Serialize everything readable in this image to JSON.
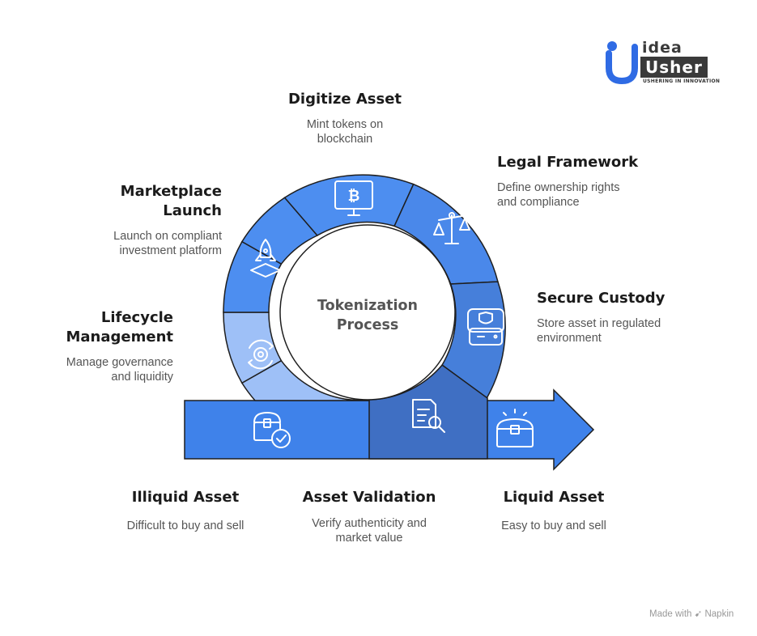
{
  "logo": {
    "brand_top": "idea",
    "brand_bottom": "Usher",
    "tagline": "USHERING IN INNOVATION"
  },
  "center": {
    "line1": "Tokenization",
    "line2": "Process"
  },
  "steps": {
    "digitize": {
      "title": "Digitize Asset",
      "desc_line1": "Mint tokens on",
      "desc_line2": "blockchain"
    },
    "legal": {
      "title": "Legal Framework",
      "desc_line1": "Define ownership rights",
      "desc_line2": "and compliance"
    },
    "custody": {
      "title": "Secure Custody",
      "desc_line1": "Store asset in regulated",
      "desc_line2": "environment"
    },
    "validation": {
      "title": "Asset Validation",
      "desc_line1": "Verify authenticity and",
      "desc_line2": "market value"
    },
    "lifecycle": {
      "title_line1": "Lifecycle",
      "title_line2": "Management",
      "desc_line1": "Manage governance",
      "desc_line2": "and liquidity"
    },
    "marketplace": {
      "title_line1": "Marketplace",
      "title_line2": "Launch",
      "desc_line1": "Launch on compliant",
      "desc_line2": "investment platform"
    }
  },
  "ends": {
    "illiquid": {
      "title": "Illiquid Asset",
      "desc": "Difficult to buy and sell"
    },
    "liquid": {
      "title": "Liquid Asset",
      "desc": "Easy to buy and sell"
    }
  },
  "footer": {
    "made_with": "Made with",
    "brand": "Napkin"
  },
  "colors": {
    "segment_top": "#4d8ef0",
    "segment_dark": "#3f6fc3",
    "segment_light": "#9ec0f7",
    "arrow": "#3f82ea",
    "ring_stroke": "#1e1e1e",
    "logo_blue": "#2f6be4"
  }
}
